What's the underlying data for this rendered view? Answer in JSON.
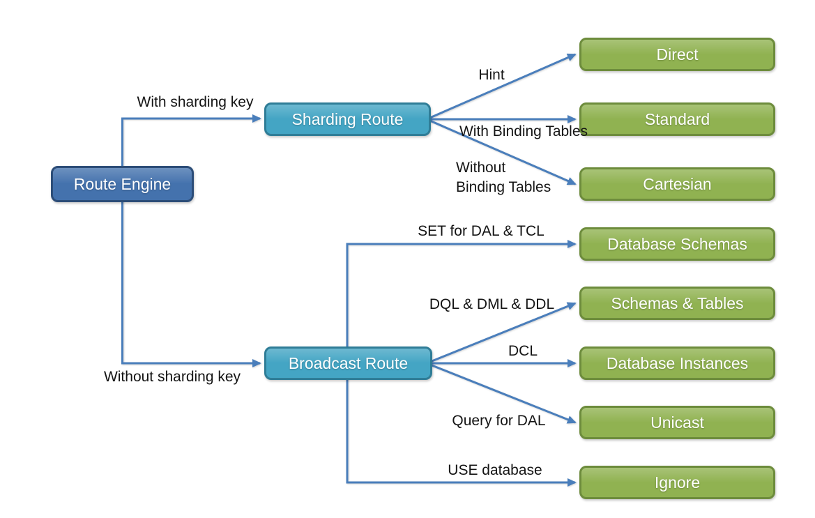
{
  "colors": {
    "line": "#4A7EBB",
    "blue-fill": "#4472AD",
    "blue-border": "#2C4D78",
    "teal-fill": "#44A5C4",
    "teal-border": "#2F7D97",
    "green-fill": "#90B251",
    "green-border": "#6D8C3C",
    "node-text": "#FFFFFF",
    "label-text": "#141414",
    "background": "#FFFFFF"
  },
  "nodes": {
    "route_engine": "Route Engine",
    "sharding_route": "Sharding Route",
    "broadcast_route": "Broadcast Route",
    "direct": "Direct",
    "standard": "Standard",
    "cartesian": "Cartesian",
    "database_schemas": "Database Schemas",
    "schemas_tables": "Schemas & Tables",
    "database_instances": "Database Instances",
    "unicast": "Unicast",
    "ignore": "Ignore"
  },
  "edges": {
    "with_sharding_key": "With sharding key",
    "without_sharding_key": "Without sharding key",
    "hint": "Hint",
    "with_binding_tables": "With Binding Tables",
    "without_binding_tables": "Without\nBinding Tables",
    "set_for_dal_tcl": "SET for DAL & TCL",
    "dql_dml_ddl": "DQL & DML & DDL",
    "dcl": "DCL",
    "query_for_dal": "Query for DAL",
    "use_database": "USE database"
  }
}
